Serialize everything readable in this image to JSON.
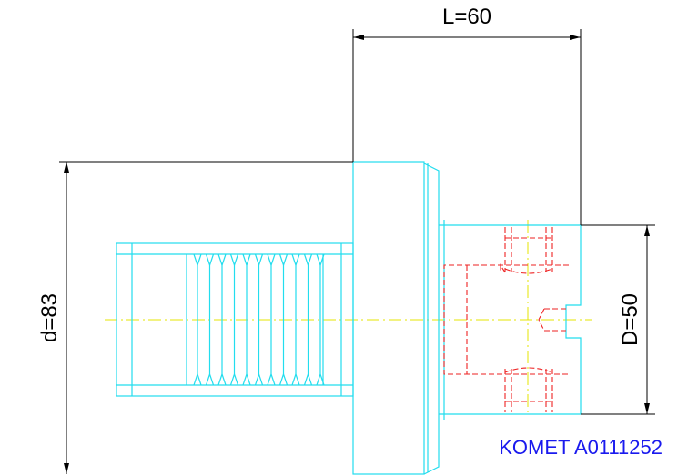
{
  "dimensions": {
    "length_label": "L=60",
    "flange_diameter_label": "d=83",
    "shank_diameter_label": "D=50"
  },
  "part_label": "KOMET A0111252",
  "colors": {
    "outline": "#22ddee",
    "hidden_lines": "#ee2222",
    "centerline": "#e6e600",
    "dimension_lines": "#000000",
    "part_label": "#1a1aee",
    "background": "#ffffff"
  }
}
